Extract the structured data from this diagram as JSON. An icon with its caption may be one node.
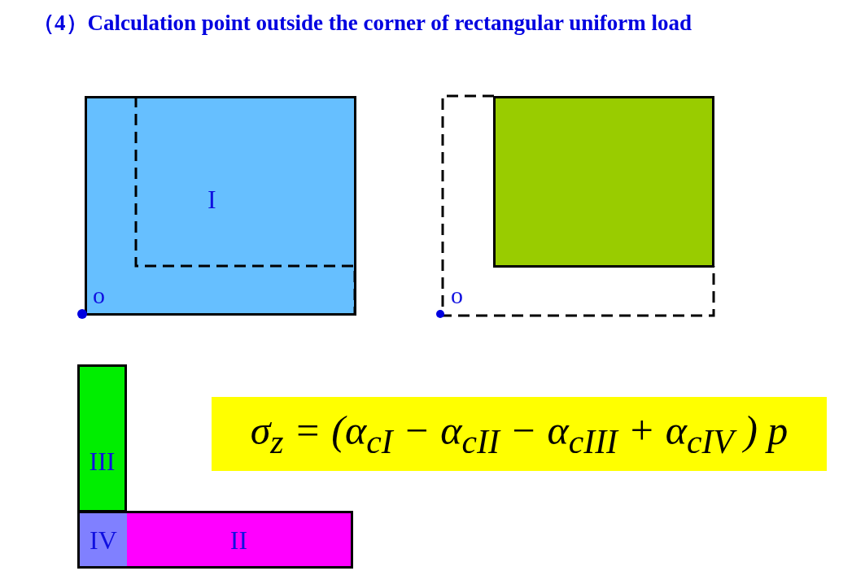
{
  "diagram": {
    "title": "（4）Calculation point outside the corner of rectangular uniform load",
    "nodes": [
      {
        "text": [
          "I"
        ]
      },
      {
        "text": [],
        "shape": "box"
      },
      {
        "text": [
          "III"
        ]
      },
      {
        "text": [
          "II"
        ]
      },
      {
        "text": [
          "IV"
        ]
      },
      {
        "text": [
          "σ$_{z}$ = (α$_{cI}$ − α$_{cII}$ − α$_{cIII}$ + α$_{cIV}$ ) p"
        ]
      }
    ],
    "edges": [],
    "labels": [
      "o",
      "o"
    ]
  }
}
